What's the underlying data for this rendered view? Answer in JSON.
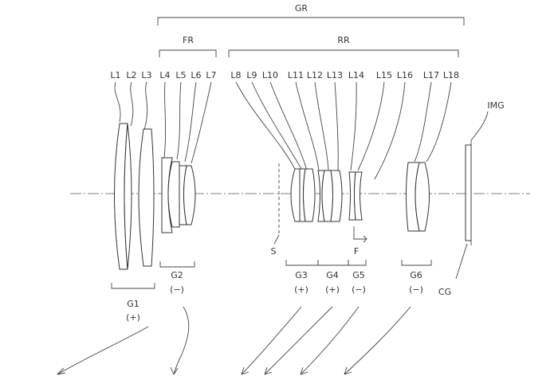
{
  "groups_top": {
    "gr": "GR",
    "fr": "FR",
    "rr": "RR"
  },
  "lens_labels": [
    "L1",
    "L2",
    "L3",
    "L4",
    "L5",
    "L6",
    "L7",
    "L8",
    "L9",
    "L10",
    "L11",
    "L12",
    "L13",
    "L14",
    "L15",
    "L16",
    "L17",
    "L18"
  ],
  "image_label": "IMG",
  "stop_label": "S",
  "focus_label": "F",
  "cover_glass_label": "CG",
  "groups_bottom": [
    {
      "name": "G1",
      "sign": "(+)"
    },
    {
      "name": "G2",
      "sign": "(−)"
    },
    {
      "name": "G3",
      "sign": "(+)"
    },
    {
      "name": "G4",
      "sign": "(+)"
    },
    {
      "name": "G5",
      "sign": "(−)"
    },
    {
      "name": "G6",
      "sign": "(−)"
    }
  ]
}
